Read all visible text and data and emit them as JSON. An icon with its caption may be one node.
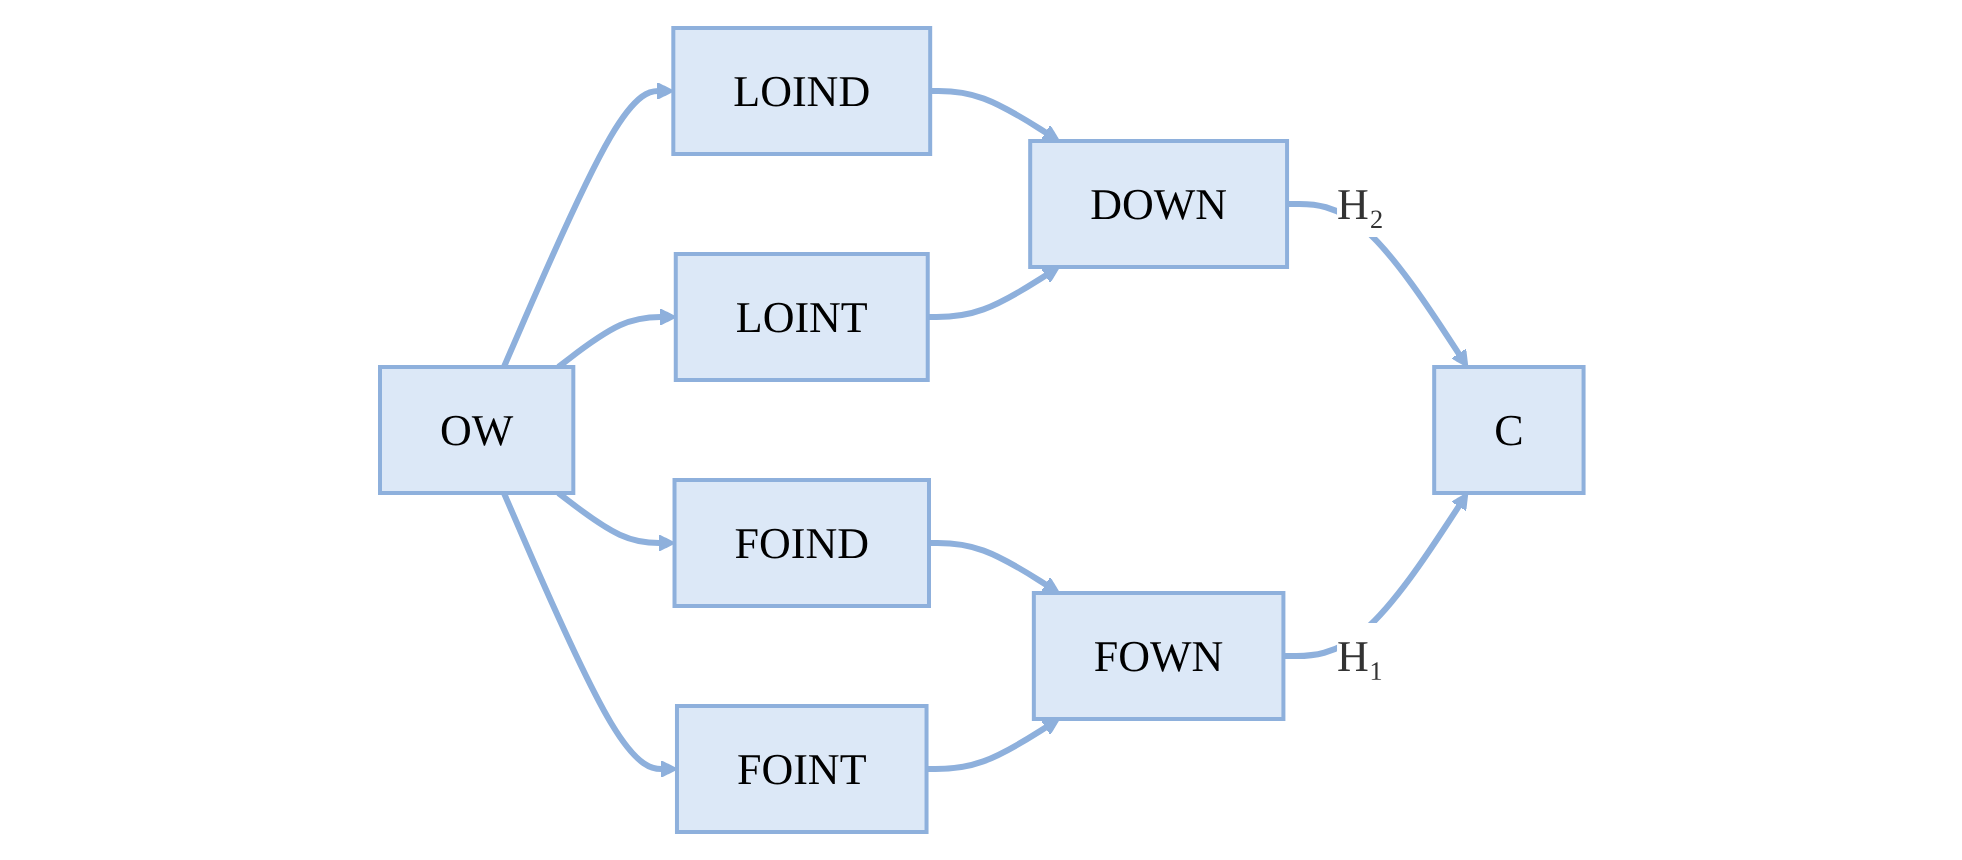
{
  "diagram": {
    "nodes": [
      {
        "text": [
          "OW"
        ]
      },
      {
        "text": [
          "LOIND"
        ]
      },
      {
        "text": [
          "LOINT"
        ]
      },
      {
        "text": [
          "FOIND"
        ]
      },
      {
        "text": [
          "FOINT"
        ]
      },
      {
        "text": [
          "DOWN"
        ]
      },
      {
        "text": [
          "FOWN"
        ]
      },
      {
        "text": [
          "C"
        ]
      }
    ],
    "edges": [
      {
        "from": 0,
        "to": 1,
        "arrow": "to"
      },
      {
        "from": 0,
        "to": 2,
        "arrow": "to"
      },
      {
        "from": 0,
        "to": 3,
        "arrow": "to"
      },
      {
        "from": 0,
        "to": 4,
        "arrow": "to"
      },
      {
        "from": 1,
        "to": 5,
        "arrow": "to"
      },
      {
        "from": 2,
        "to": 5,
        "arrow": "to"
      },
      {
        "from": 3,
        "to": 6,
        "arrow": "to"
      },
      {
        "from": 4,
        "to": 6,
        "arrow": "to"
      },
      {
        "from": 5,
        "to": 7,
        "arrow": "to",
        "label": "H₂"
      },
      {
        "from": 6,
        "to": 7,
        "arrow": "to",
        "label": "H₁"
      }
    ]
  }
}
